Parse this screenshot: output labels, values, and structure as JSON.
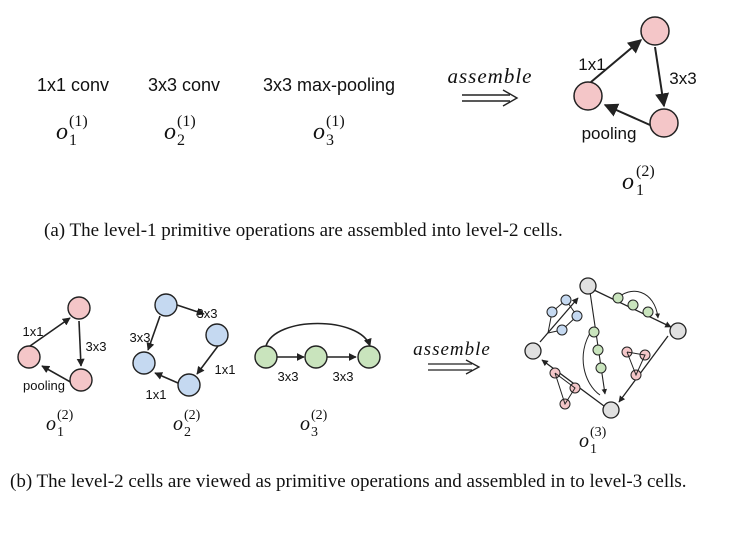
{
  "colors": {
    "pink": "#f4c6c8",
    "blue": "#c5d9f1",
    "green": "#c9e4bd",
    "gray": "#e0e0e0",
    "stroke": "#222222"
  },
  "panel_a": {
    "ops": [
      {
        "name": "1x1 conv",
        "symbol": "o",
        "sup": "(1)",
        "sub": "1"
      },
      {
        "name": "3x3 conv",
        "symbol": "o",
        "sup": "(1)",
        "sub": "2"
      },
      {
        "name": "3x3 max-pooling",
        "symbol": "o",
        "sup": "(1)",
        "sub": "3"
      }
    ],
    "assemble": "assemble",
    "cell": {
      "edge_labels": [
        "1x1",
        "3x3",
        "pooling"
      ],
      "symbol": "o",
      "sup": "(2)",
      "sub": "1"
    },
    "caption": "(a) The level-1 primitive operations are assembled into level-2 cells."
  },
  "panel_b": {
    "cells": [
      {
        "edge_labels": [
          "1x1",
          "3x3",
          "pooling"
        ],
        "symbol": "o",
        "sup": "(2)",
        "sub": "1"
      },
      {
        "edge_labels": [
          "3x3",
          "3x3",
          "1x1",
          "1x1"
        ],
        "symbol": "o",
        "sup": "(2)",
        "sub": "2"
      },
      {
        "edge_labels": [
          "3x3",
          "3x3"
        ],
        "symbol": "o",
        "sup": "(2)",
        "sub": "3"
      }
    ],
    "assemble": "assemble",
    "result": {
      "symbol": "o",
      "sup": "(3)",
      "sub": "1"
    },
    "caption": "(b) The level-2 cells are viewed as primitive operations and assembled in to level-3 cells."
  }
}
